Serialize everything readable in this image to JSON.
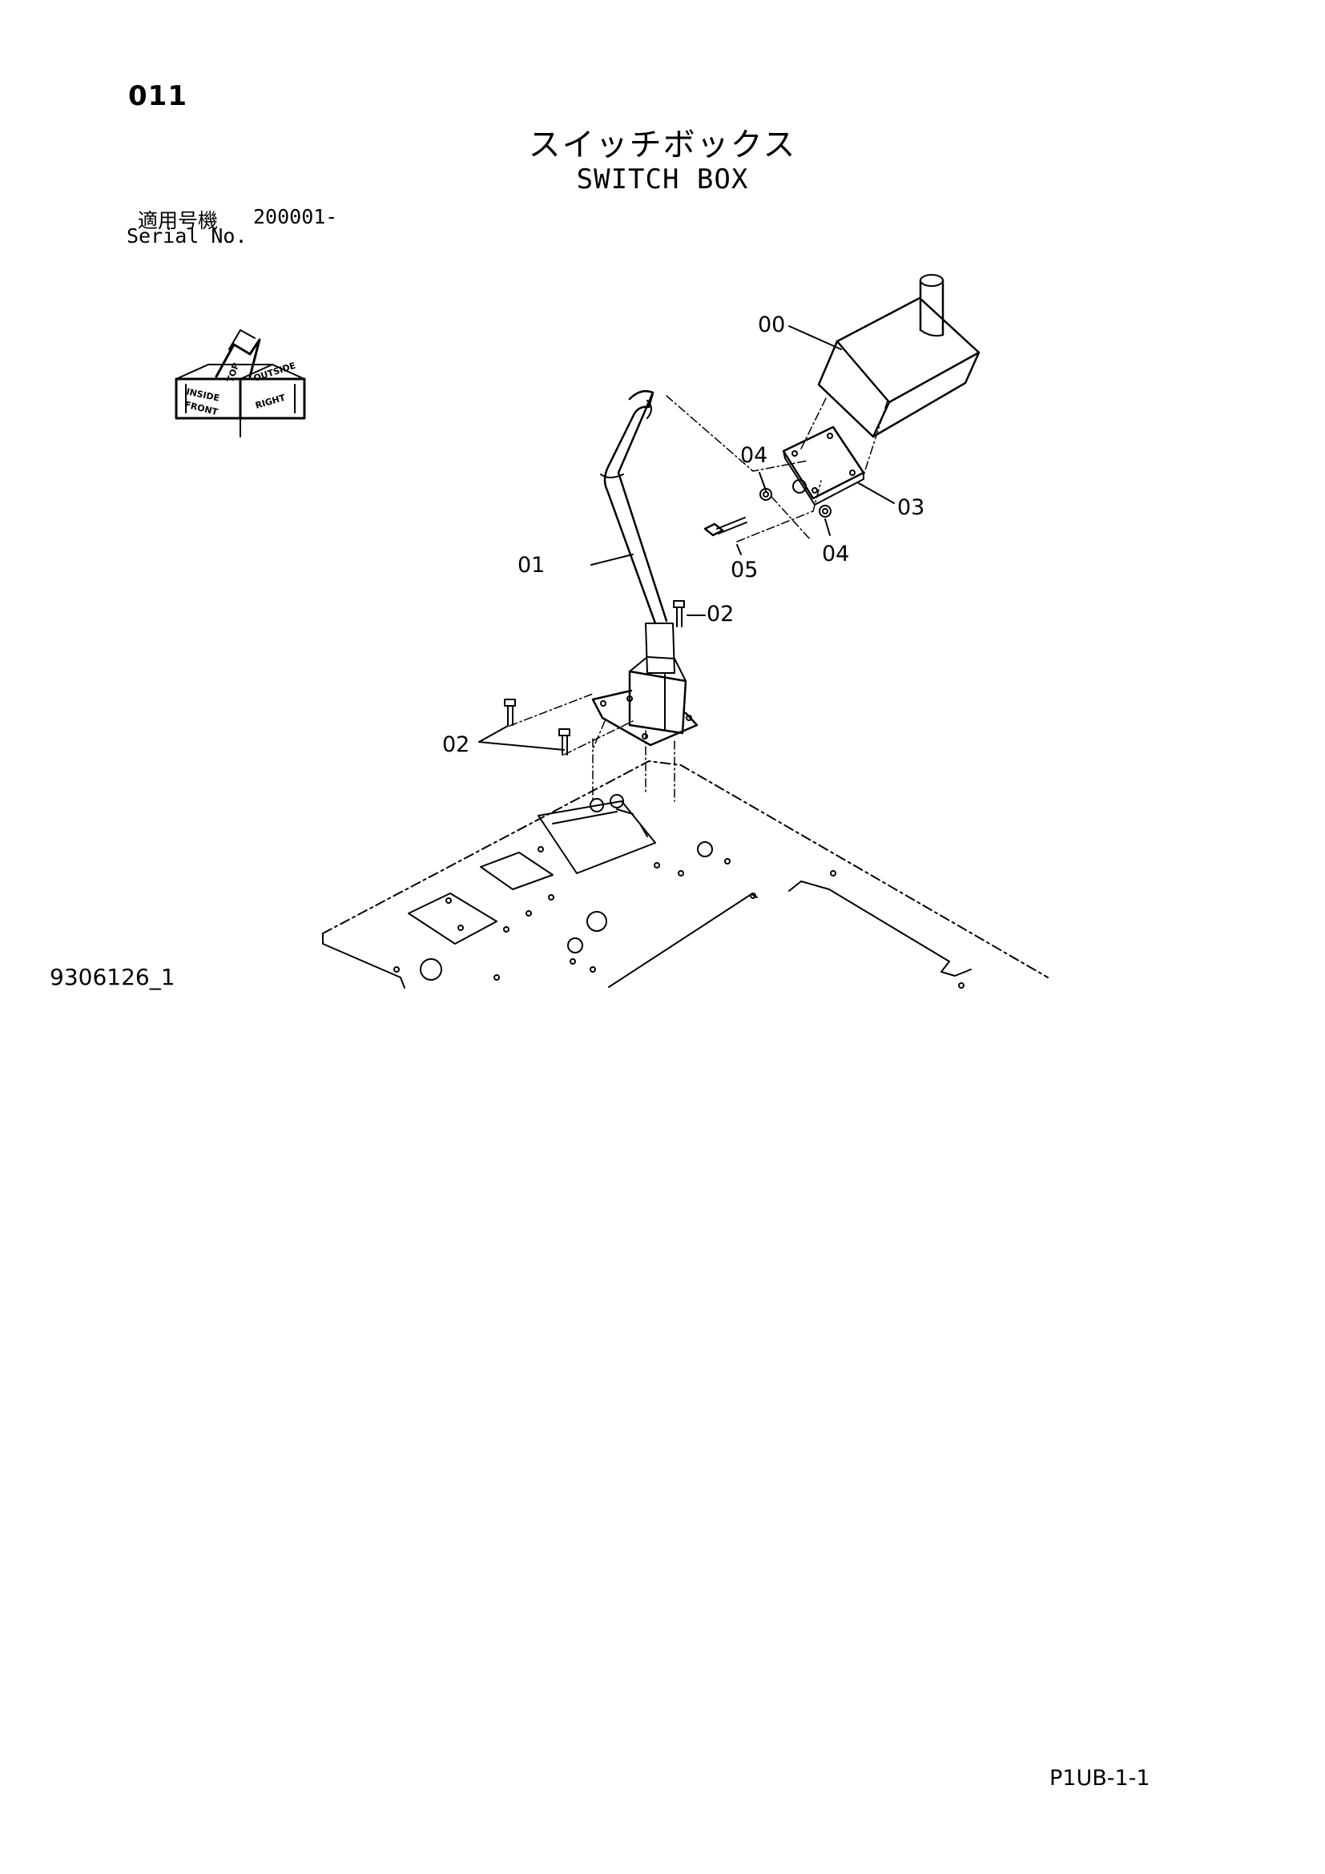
{
  "page_number": "011",
  "title_jp": "スイッチボックス",
  "title_en": "SWITCH BOX",
  "serial": {
    "label_jp": "適用号機",
    "range": "200001-",
    "label_en": "Serial No."
  },
  "orientation_icon": {
    "name": "orientation-cube-icon",
    "labels": [
      "INSIDE",
      "TOP",
      "OUTSIDE",
      "FRONT",
      "RIGHT"
    ]
  },
  "callouts": {
    "c00": "00",
    "c01": "01",
    "c02a": "02",
    "c02b": "02",
    "c03": "03",
    "c04a": "04",
    "c04b": "04",
    "c05": "05"
  },
  "figure_id": "9306126_1",
  "page_ref": "P1UB-1-1"
}
